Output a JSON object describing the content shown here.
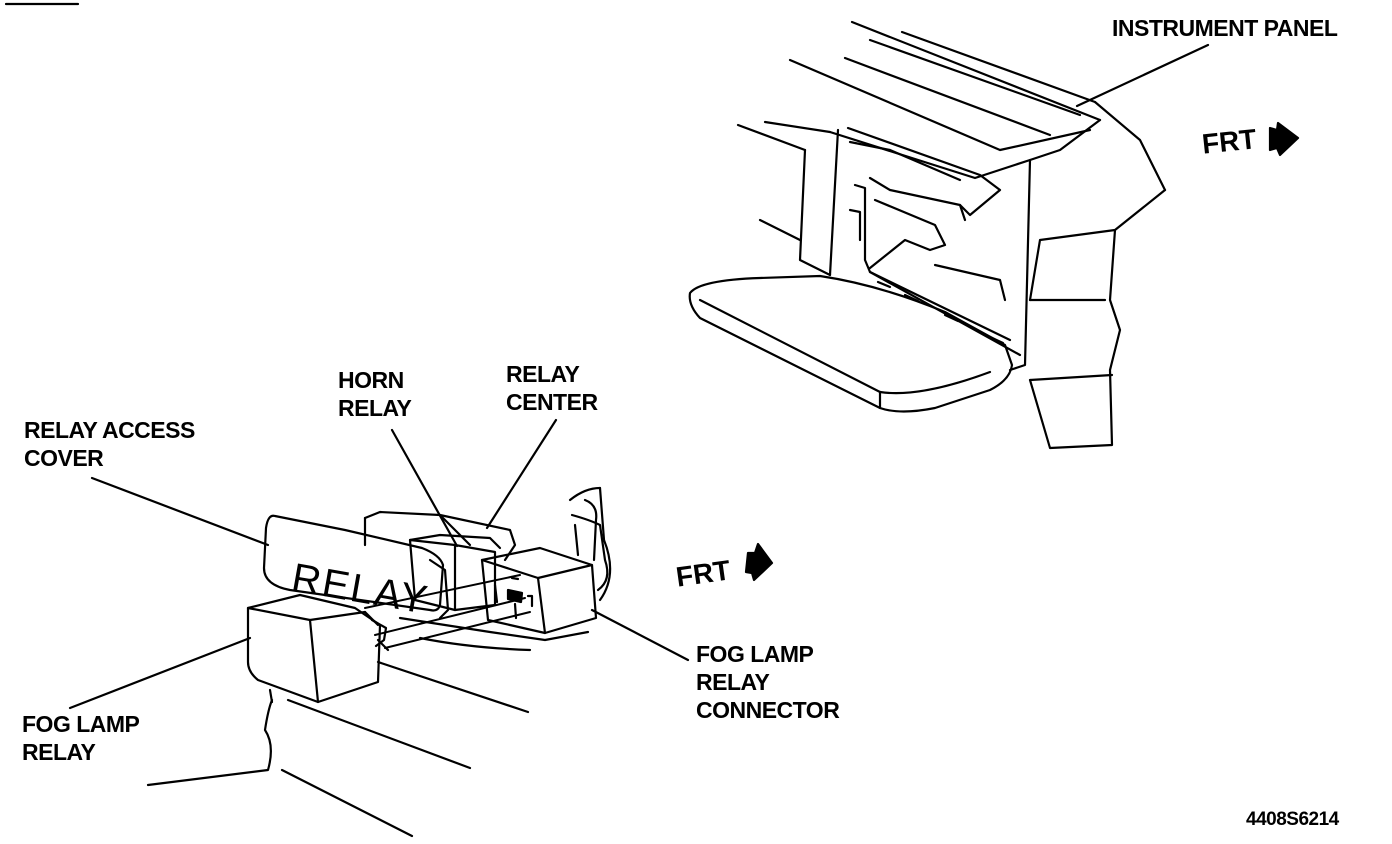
{
  "labels": {
    "instrument_panel": "INSTRUMENT PANEL",
    "frt_top": "FRT",
    "frt_mid": "FRT",
    "horn_relay": [
      "HORN",
      "RELAY"
    ],
    "relay_center": [
      "RELAY",
      "CENTER"
    ],
    "relay_access_cover": [
      "RELAY ACCESS",
      "COVER"
    ],
    "fog_lamp_relay_connector": [
      "FOG LAMP",
      "RELAY",
      "CONNECTOR"
    ],
    "fog_lamp_relay": [
      "FOG LAMP",
      "RELAY"
    ],
    "figure_code": "4408S6214"
  },
  "stamps": {
    "cover_text": "RELAY"
  },
  "icons": {
    "frt_arrow_top": "right-arrow-icon",
    "frt_arrow_mid": "right-arrow-icon"
  }
}
